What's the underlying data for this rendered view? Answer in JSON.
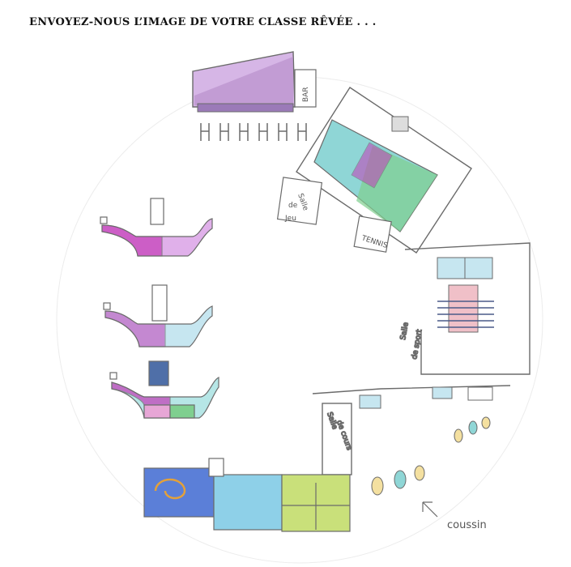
{
  "header": {
    "title": "ENVOYEZ-NOUS L’IMAGE DE VOTRE CLASSE RÊVÉE . . ."
  },
  "labels": {
    "bar": "BAR",
    "salle_de_jeu_1": "Salle",
    "salle_de_jeu_2": "de",
    "salle_de_jeu_3": "Jeu",
    "tennis": "TENNIS",
    "salle_de_sport_1": "Salle",
    "salle_de_sport_2": "de sport",
    "salle_de_cours_1": "Salle",
    "salle_de_cours_2": "de cours",
    "cousssin": "coussin"
  },
  "colors": {
    "pencil": "#6b6b6b",
    "purple": "#b48ac8",
    "magenta": "#c43cb8",
    "cyan": "#8fd6d6",
    "green": "#7fcf8f",
    "blue": "#5b9bd8",
    "orange": "#e3a13a",
    "lime": "#c9e07a",
    "pink": "#e7a6d6"
  }
}
